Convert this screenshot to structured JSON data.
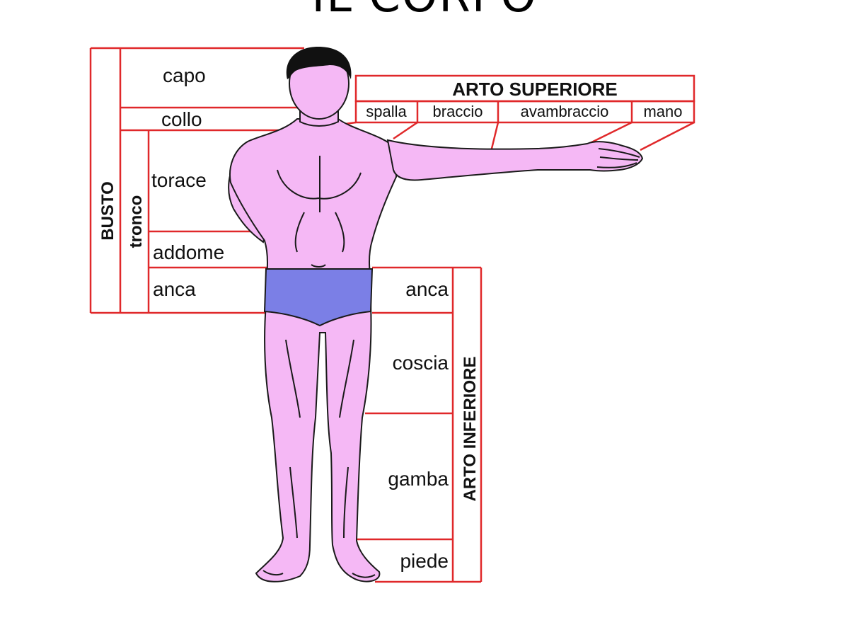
{
  "title": "IL CORPO",
  "busto": {
    "label": "BUSTO",
    "tronco_label": "tronco",
    "parts": {
      "capo": "capo",
      "collo": "collo",
      "torace": "torace",
      "addome": "addome",
      "anca": "anca"
    }
  },
  "arto_superiore": {
    "label": "ARTO SUPERIORE",
    "parts": [
      "spalla",
      "braccio",
      "avambraccio",
      "mano"
    ]
  },
  "arto_inferiore": {
    "label": "ARTO INFERIORE",
    "parts": [
      "anca",
      "coscia",
      "gamba",
      "piede"
    ]
  },
  "colors": {
    "frame": "#e0282a",
    "skin": "#f5b8f5",
    "briefs": "#7b7fe6",
    "hair": "#111111"
  }
}
